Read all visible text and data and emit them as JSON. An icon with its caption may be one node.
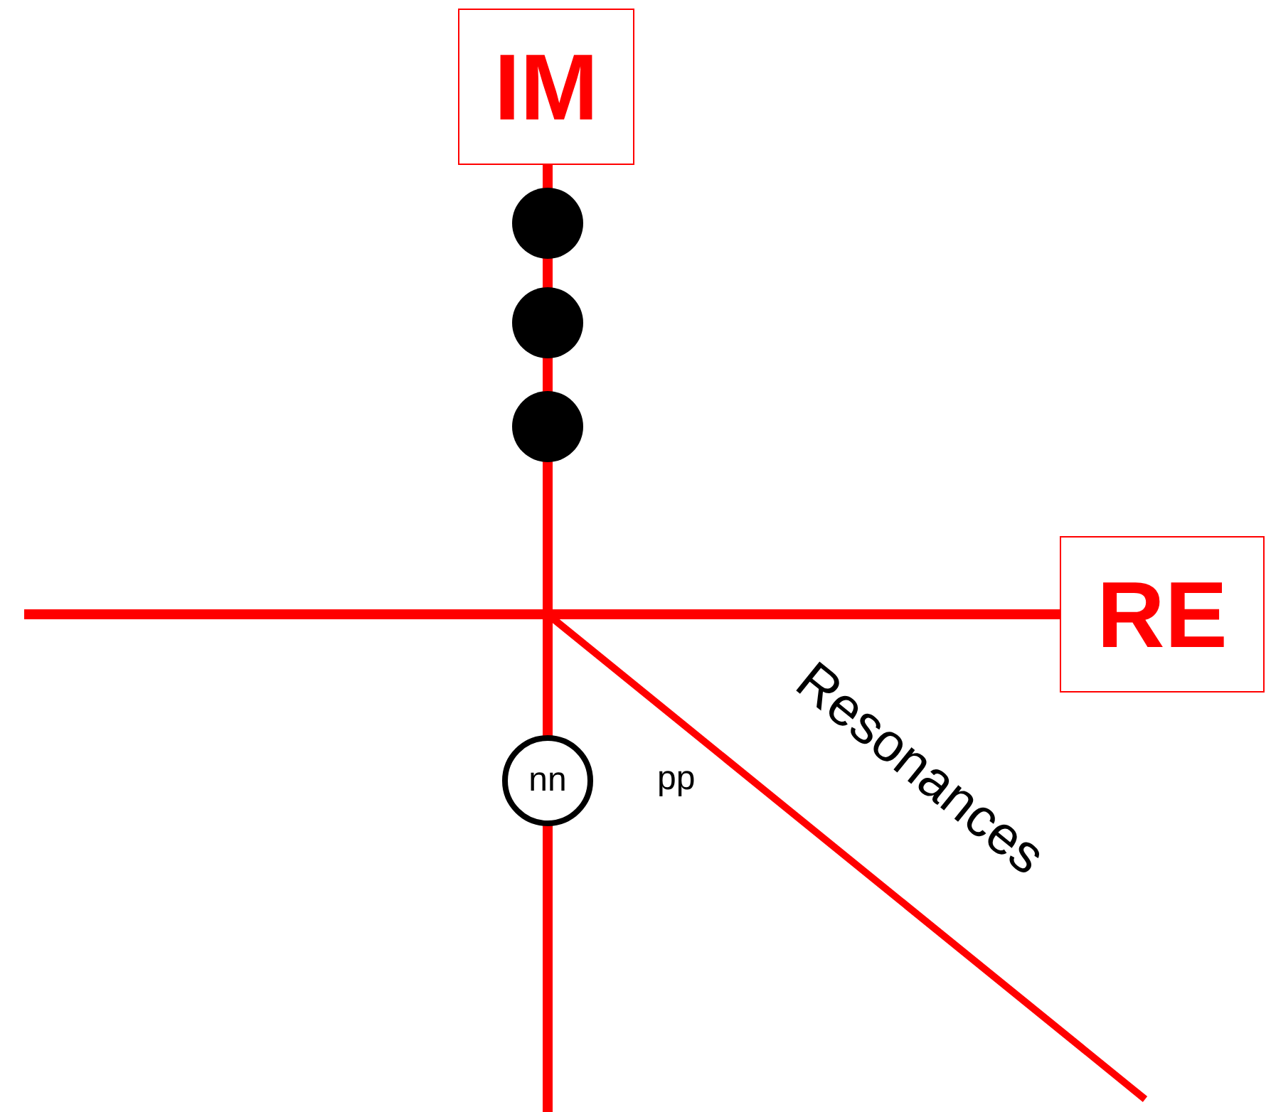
{
  "diagram": {
    "nodes": [
      {
        "text": [
          "IM"
        ]
      },
      {
        "text": [],
        "shape": "circle"
      },
      {
        "text": [],
        "shape": "circle"
      },
      {
        "text": [],
        "shape": "circle"
      },
      {
        "text": [
          "RE"
        ]
      },
      {
        "text": [
          "nn"
        ]
      }
    ],
    "labels": [
      "pp",
      "Resonances"
    ]
  }
}
